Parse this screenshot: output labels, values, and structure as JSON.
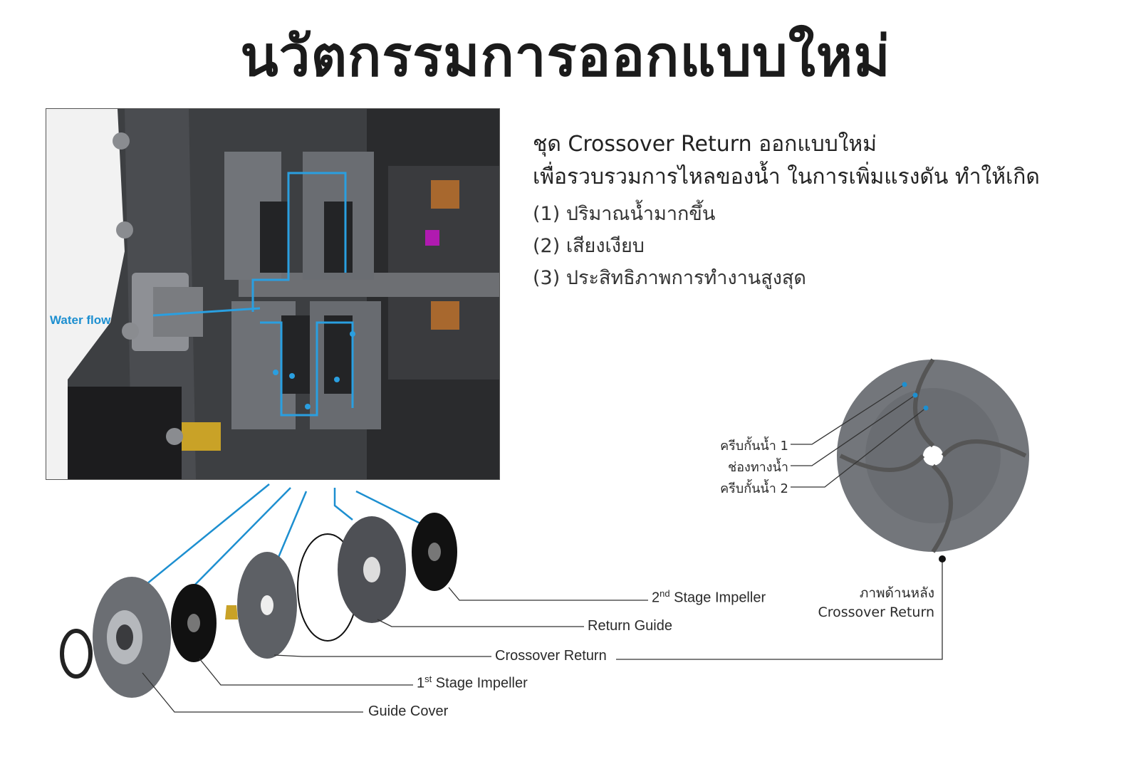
{
  "title": "นวัตกรรมการออกแบบใหม่",
  "description": {
    "line1": "ชุด Crossover Return ออกแบบใหม่",
    "line2": "เพื่อรวบรวมการไหลของน้ำ ในการเพิ่มแรงดัน ทำให้เกิด",
    "benefits": [
      "(1) ปริมาณน้ำมากขึ้น",
      "(2) เสียงเงียบ",
      "(3) ประสิทธิภาพการทำงานสูงสุด"
    ]
  },
  "water_flow_label": "Water flow",
  "parts": {
    "stage2_num": "2",
    "stage2_sup": "nd",
    "stage2_text": " Stage Impeller",
    "return_guide": "Return Guide",
    "crossover_return": "Crossover Return",
    "stage1_num": "1",
    "stage1_sup": "st",
    "stage1_text": " Stage Impeller",
    "guide_cover": "Guide Cover"
  },
  "rear_view": {
    "rib1": "ครีบกั้นน้ำ 1",
    "channel": "ช่องทางน้ำ",
    "rib2": "ครีบกั้นน้ำ 2",
    "caption_line1": "ภาพด้านหลัง",
    "caption_line2": "Crossover Return"
  },
  "colors": {
    "accent": "#1d8fd0",
    "text": "#1b1b1b",
    "metal": "#5f6266"
  }
}
